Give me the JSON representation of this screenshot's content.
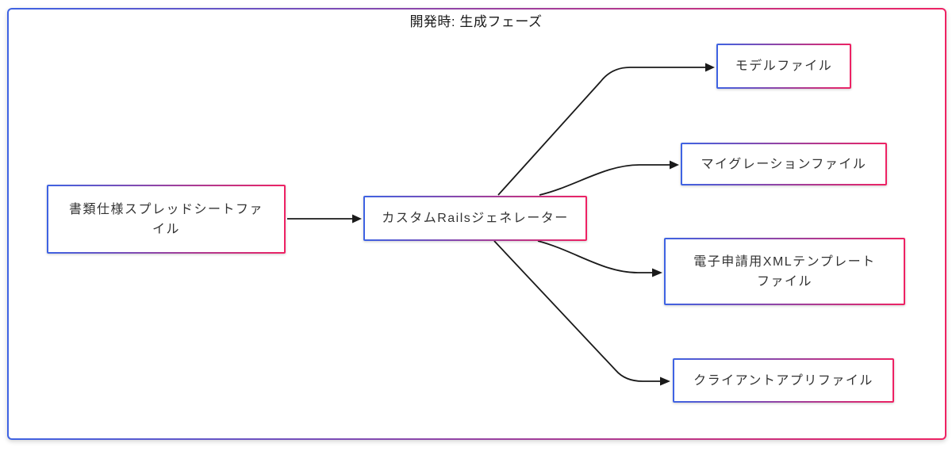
{
  "diagram": {
    "title": "開発時: 生成フェーズ",
    "type": "flowchart",
    "direction": "left-to-right",
    "nodes": [
      {
        "id": "spec",
        "label": "書類仕様スプレッドシートファイル",
        "lines": [
          "書類仕様スプレッドシートファ",
          "イル"
        ]
      },
      {
        "id": "generator",
        "label": "カスタムRailsジェネレーター",
        "lines": [
          "カスタムRailsジェネレーター"
        ]
      },
      {
        "id": "model",
        "label": "モデルファイル",
        "lines": [
          "モデルファイル"
        ]
      },
      {
        "id": "migration",
        "label": "マイグレーションファイル",
        "lines": [
          "マイグレーションファイル"
        ]
      },
      {
        "id": "xml_template",
        "label": "電子申請用XMLテンプレートファイル",
        "lines": [
          "電子申請用XMLテンプレート",
          "ファイル"
        ]
      },
      {
        "id": "client_app",
        "label": "クライアントアプリファイル",
        "lines": [
          "クライアントアプリファイル"
        ]
      }
    ],
    "edges": [
      {
        "from": "spec",
        "to": "generator"
      },
      {
        "from": "generator",
        "to": "model"
      },
      {
        "from": "generator",
        "to": "migration"
      },
      {
        "from": "generator",
        "to": "xml_template"
      },
      {
        "from": "generator",
        "to": "client_app"
      }
    ],
    "colors": {
      "node_border_gradient_start": "#3e63e3",
      "node_border_gradient_end": "#ee2263",
      "arrow": "#1a1a1a",
      "text": "#333333",
      "background": "#ffffff"
    }
  }
}
